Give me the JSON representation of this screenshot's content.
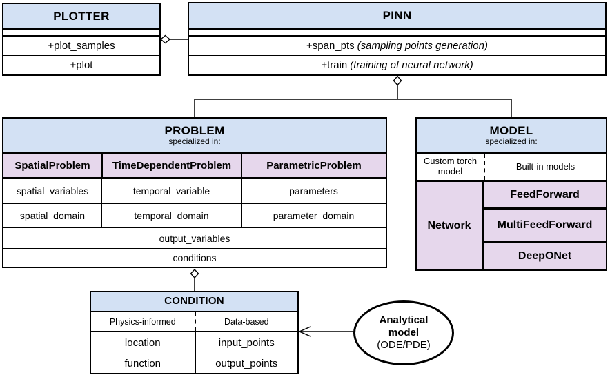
{
  "colors": {
    "header_blue": "#d3e1f4",
    "lavender": "#e6d7ec",
    "border": "#000000",
    "background": "#ffffff"
  },
  "plotter": {
    "title": "PLOTTER",
    "methods": [
      "+plot_samples",
      "+plot"
    ]
  },
  "pinn": {
    "title": "PINN",
    "methods": [
      {
        "name": "+span_pts",
        "note": "(sampling points generation)"
      },
      {
        "name": "+train",
        "note": "(training of neural network)"
      }
    ]
  },
  "problem": {
    "title": "PROBLEM",
    "subtitle": "specialized in:",
    "columns": [
      {
        "name": "SpatialProblem",
        "attrs": [
          "spatial_variables",
          "spatial_domain"
        ]
      },
      {
        "name": "TimeDependentProblem",
        "attrs": [
          "temporal_variable",
          "temporal_domain"
        ]
      },
      {
        "name": "ParametricProblem",
        "attrs": [
          "parameters",
          "parameter_domain"
        ]
      }
    ],
    "shared": [
      "output_variables",
      "conditions"
    ]
  },
  "model": {
    "title": "MODEL",
    "subtitle": "specialized in:",
    "left_header": "Custom torch model",
    "right_header": "Built-in models",
    "left_cell": "Network",
    "right_cells": [
      "FeedForward",
      "MultiFeedForward",
      "DeepONet"
    ]
  },
  "condition": {
    "title": "CONDITION",
    "left_header": "Physics-informed",
    "right_header": "Data-based",
    "left_attrs": [
      "location",
      "function"
    ],
    "right_attrs": [
      "input_points",
      "output_points"
    ]
  },
  "analytical": {
    "line1": "Analytical",
    "line2": "model",
    "line3": "(ODE/PDE)"
  }
}
